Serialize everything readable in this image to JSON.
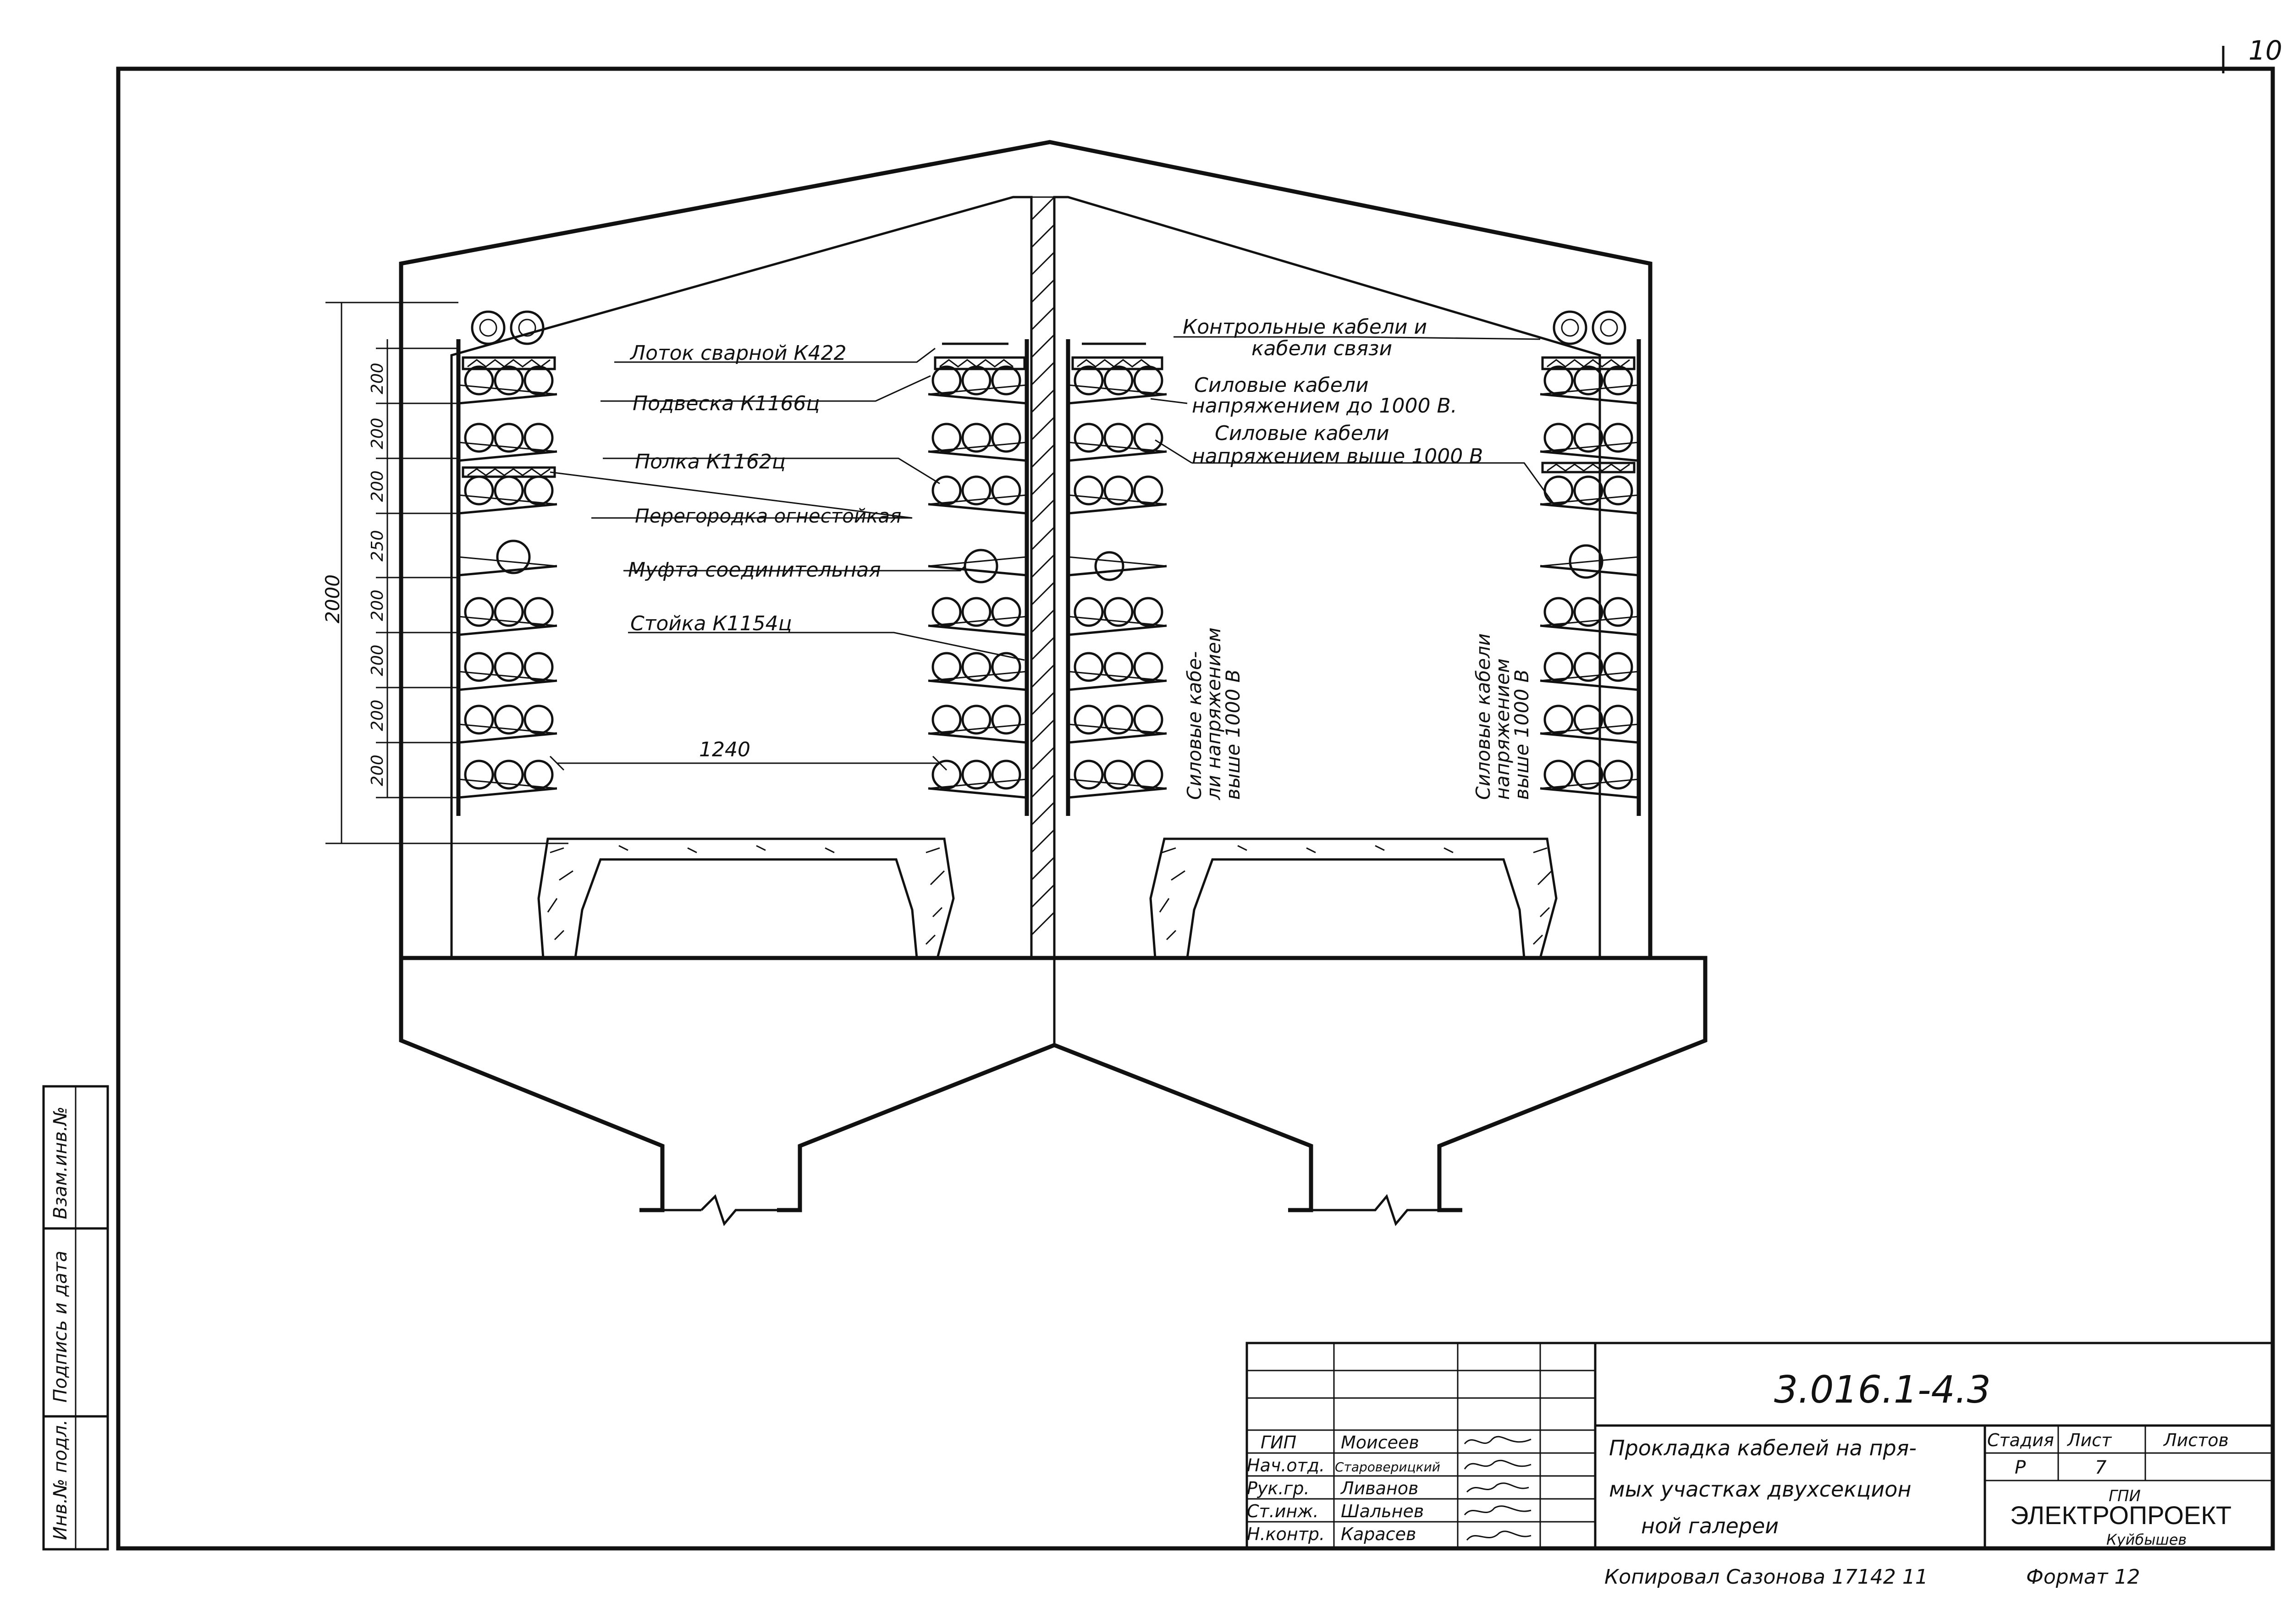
{
  "sheet": {
    "number": "10"
  },
  "left_labels": [
    {
      "text": "Лоток сварной К422"
    },
    {
      "text": "Подвеска К1166ц"
    },
    {
      "text": "Полка К1162ц"
    },
    {
      "text": "Перегородка огнестойкая"
    },
    {
      "text": "Муфта соединительная"
    },
    {
      "text": "Стойка К1154ц"
    }
  ],
  "right_labels": {
    "control": [
      "Контрольные кабели и",
      "кабели связи"
    ],
    "power_low": [
      "Силовые кабели",
      "напряжением до 1000 В."
    ],
    "power_high": [
      "Силовые кабели",
      "напряжением выше 1000 В"
    ]
  },
  "vertical_notes": {
    "center": [
      "Силовые кабе-",
      "ли напряжением",
      "выше 1000 В"
    ],
    "right": [
      "Силовые кабели",
      "напряжением",
      "выше 1000 В"
    ]
  },
  "dimensions": {
    "total": "2000",
    "spacings": [
      "200",
      "200",
      "200",
      "250",
      "200",
      "200",
      "200",
      "200"
    ],
    "width": "1240"
  },
  "side_stamp": [
    "Инв.№ подл.",
    "Подпись и дата",
    "Взам.инв.№"
  ],
  "title_block": {
    "doc_code": "3.016.1-4.3",
    "title_lines": [
      "Прокладка кабелей на пря-",
      "мых участках двухсекцион",
      "ной галереи"
    ],
    "roles": [
      "ГИП",
      "Нач.отд.",
      "Рук.гр.",
      "Ст.инж.",
      "Н.контр."
    ],
    "names": [
      "Моисеев",
      "Староверицкий",
      "Ливанов",
      "Шальнев",
      "Карасев"
    ],
    "stage_header": "Стадия",
    "sheet_header": "Лист",
    "sheets_header": "Листов",
    "stage": "Р",
    "sheet": "7",
    "org_small": "ГПИ",
    "org": "ЭЛЕКТРОПРОЕКТ",
    "org_city": "Куйбышев",
    "copied": "Копировал Сазонова 17142 11",
    "format": "Формат 12"
  }
}
